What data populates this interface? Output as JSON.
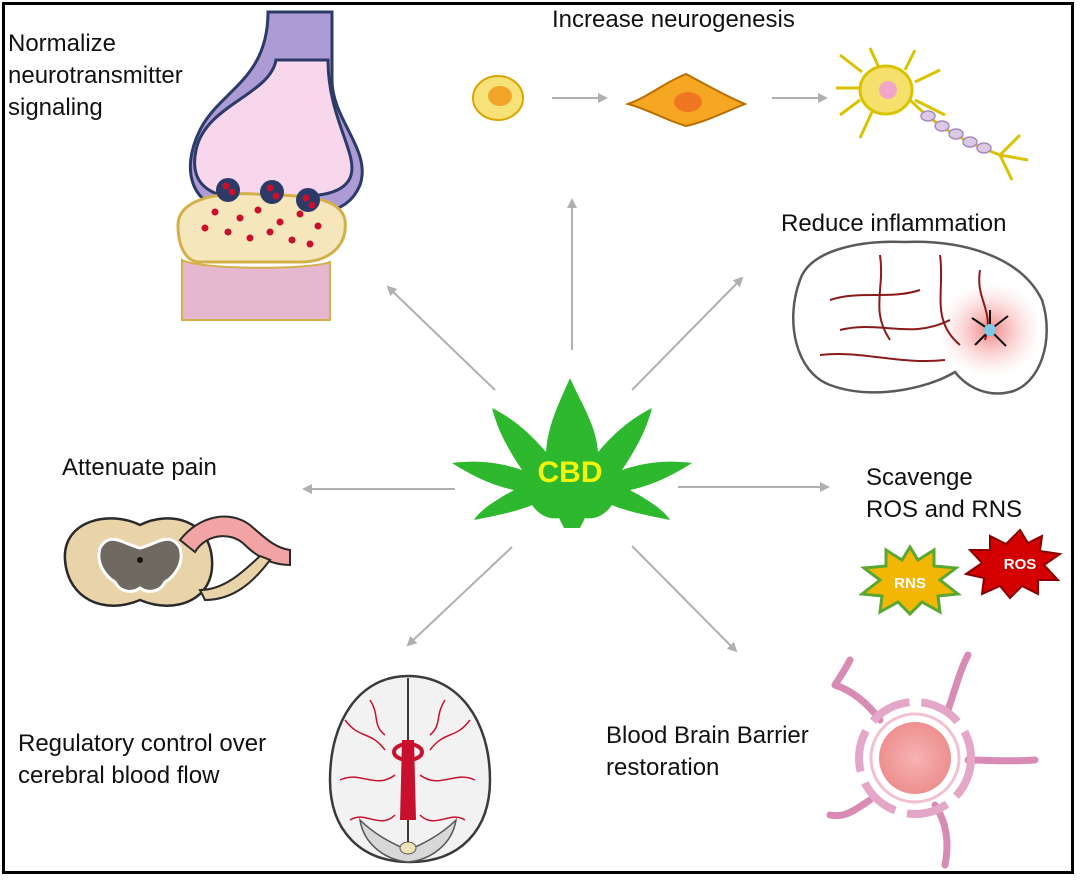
{
  "center": {
    "label": "CBD"
  },
  "effects": {
    "neurotransmitter": "Normalize\nneurotransmitter\nsignaling",
    "neurogenesis": "Increase neurogenesis",
    "inflammation": "Reduce inflammation",
    "pain": "Attenuate pain",
    "ros_rns": "Scavenge\nROS and RNS",
    "blood_flow": "Regulatory control over\ncerebral blood flow",
    "bbb": "Blood Brain Barrier\nrestoration"
  },
  "badges": {
    "rns": "RNS",
    "ros": "ROS"
  },
  "colors": {
    "leaf": "#2eb82e",
    "center_text": "#f5f50a",
    "arrow": "#b0b0b0",
    "ros": "#d40000",
    "rns": "#f2b705",
    "vessel": "#c8102e",
    "bbb_ring": "#d98cb3"
  },
  "icons": [
    "cannabis-leaf-icon",
    "synapse-icon",
    "stem-cell-icon",
    "progenitor-cell-icon",
    "neuron-icon",
    "inflamed-brain-icon",
    "spinal-cord-icon",
    "brain-vasculature-icon",
    "blood-brain-barrier-icon"
  ]
}
